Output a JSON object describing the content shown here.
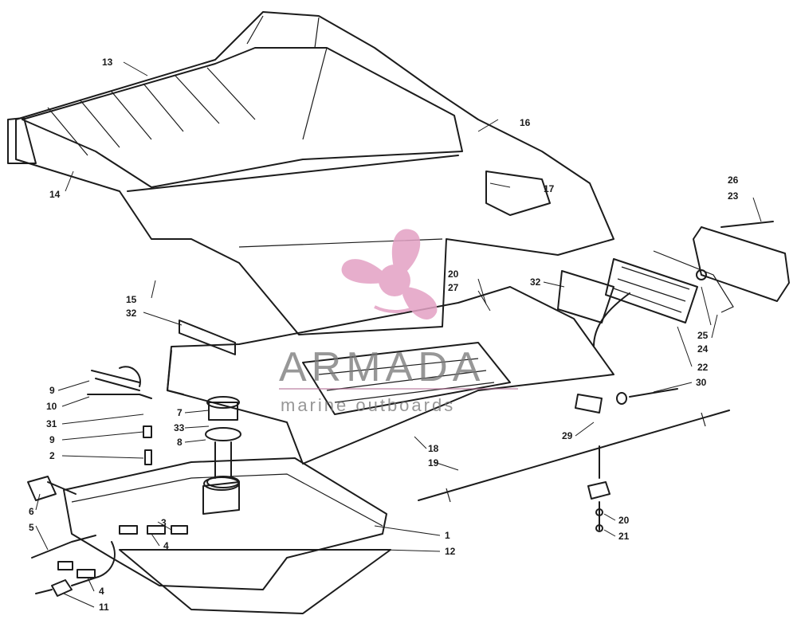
{
  "callouts": [
    {
      "n": "13"
    },
    {
      "n": "16"
    },
    {
      "n": "14"
    },
    {
      "n": "17"
    },
    {
      "n": "26"
    },
    {
      "n": "23"
    },
    {
      "n": "15"
    },
    {
      "n": "20"
    },
    {
      "n": "27"
    },
    {
      "n": "32"
    },
    {
      "n": "32"
    },
    {
      "n": "25"
    },
    {
      "n": "24"
    },
    {
      "n": "22"
    },
    {
      "n": "9"
    },
    {
      "n": "10"
    },
    {
      "n": "31"
    },
    {
      "n": "7"
    },
    {
      "n": "33"
    },
    {
      "n": "9"
    },
    {
      "n": "8"
    },
    {
      "n": "30"
    },
    {
      "n": "29"
    },
    {
      "n": "18"
    },
    {
      "n": "19"
    },
    {
      "n": "2"
    },
    {
      "n": "6"
    },
    {
      "n": "3"
    },
    {
      "n": "5"
    },
    {
      "n": "4"
    },
    {
      "n": "1"
    },
    {
      "n": "12"
    },
    {
      "n": "20"
    },
    {
      "n": "21"
    },
    {
      "n": "4"
    },
    {
      "n": "11"
    }
  ],
  "watermark": {
    "brand": "ARMADA",
    "tagline": "marine outboards",
    "logo_color": "#e3a1c4"
  }
}
